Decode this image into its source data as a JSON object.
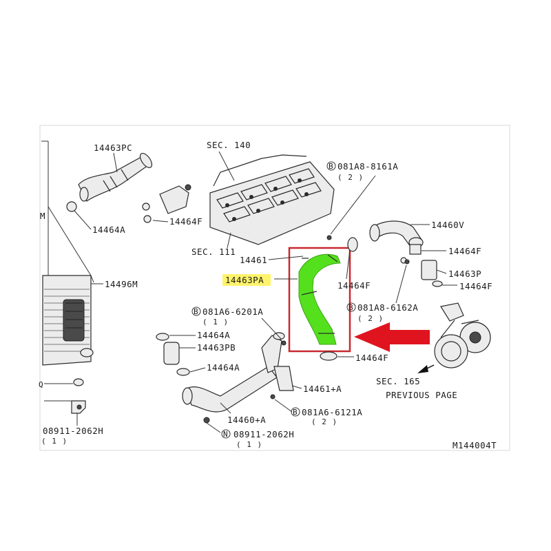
{
  "colors": {
    "highlight_part": "#55e01e",
    "highlight_box": "#c8282e",
    "arrow": "#e0141e",
    "label_highlight": "#fff36b"
  },
  "labels": {
    "p14463PC": "14463PC",
    "sec140": "SEC. 140",
    "b081A8_8161A": "081A8-8161A",
    "b081A8_8161A_qty": "( 2 )",
    "p14464A_top": "14464A",
    "p14464F_left": "14464F",
    "sec111": "SEC. 111",
    "p14460V": "14460V",
    "p14464F_r1": "14464F",
    "p14461": "14461",
    "p14463P": "14463P",
    "p14464F_r2": "14464F",
    "p14496M": "14496M",
    "p14463PA": "14463PA",
    "p14464F_mid": "14464F",
    "b081A8_6162A": "081A8-6162A",
    "b081A8_6162A_qty": "( 2 )",
    "b081A6_6201A": "081A6-6201A",
    "b081A6_6201A_qty": "( 1 )",
    "p14464A_mid": "14464A",
    "p14463PB": "14463PB",
    "p14464A_low": "14464A",
    "p14464F_bot": "14464F",
    "sec165": "SEC. 165",
    "prev_page": "PREVIOUS PAGE",
    "p14461A": "14461+A",
    "p14460A": "14460+A",
    "b081A6_6121A": "081A6-6121A",
    "b081A6_6121A_qty": "( 2 )",
    "n08911_left": "08911-2062H",
    "n08911_left_qty": "( 1 )",
    "n08911_bot": "08911-2062H",
    "n08911_bot_qty": "( 1 )",
    "diagram_id": "M144004T",
    "left_m": "M",
    "left_q": "Q",
    "circle_b": "B",
    "circle_n": "N"
  }
}
